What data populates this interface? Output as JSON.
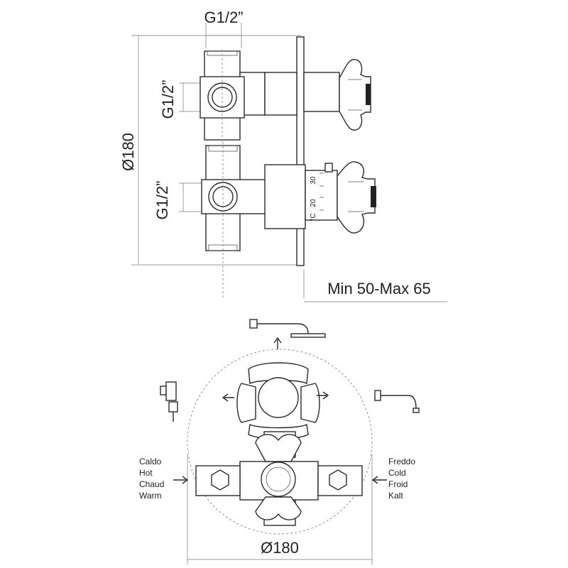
{
  "side_view": {
    "thread_top": "G1/2”",
    "thread_upper": "G1/2”",
    "thread_lower": "G1/2”",
    "diameter_left": "Ø180",
    "depth_range": "Min 50-Max 65",
    "temp_scale": {
      "unit": "°C",
      "mark_20": "20",
      "mark_30": "30"
    }
  },
  "front_view": {
    "diameter_bottom": "Ø180",
    "hot_labels": [
      "Caldo",
      "Hot",
      "Chaud",
      "Warm"
    ],
    "cold_labels": [
      "Freddo",
      "Cold",
      "Froid",
      "Kalt"
    ],
    "icons": [
      "shower-head-icon",
      "hand-shower-icon",
      "bath-spout-icon"
    ]
  }
}
